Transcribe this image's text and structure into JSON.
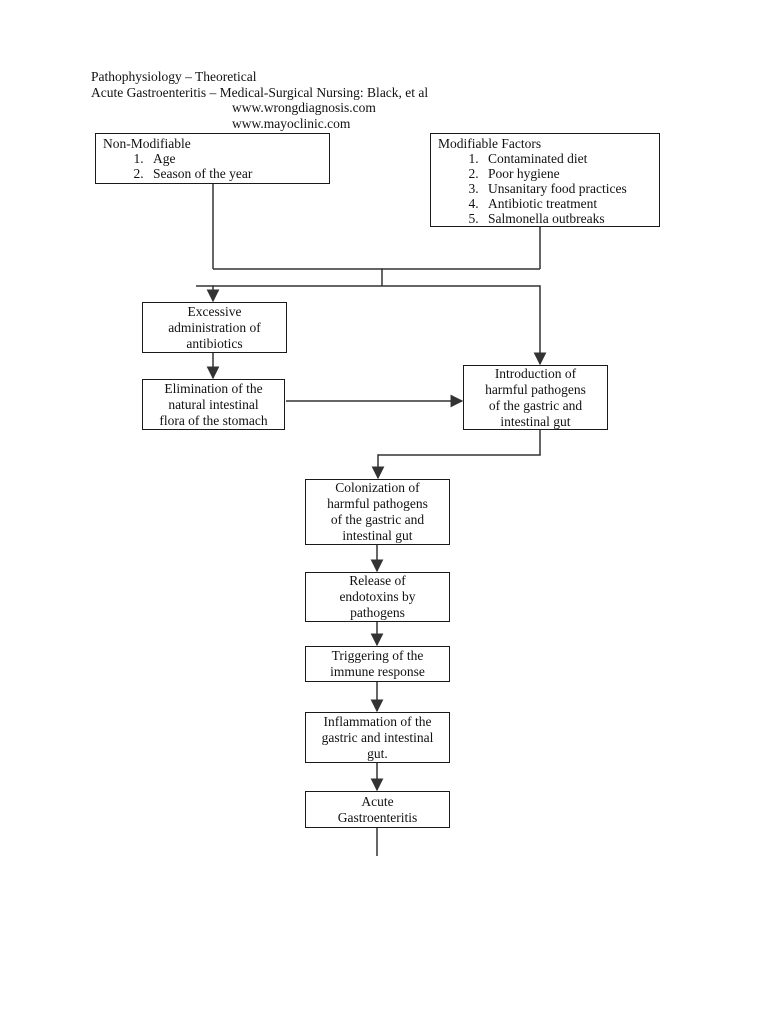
{
  "header": {
    "line1": "Pathophysiology – Theoretical",
    "line2": "Acute Gastroenteritis – Medical-Surgical Nursing: Black, et al",
    "line3": "www.wrongdiagnosis.com",
    "line4": "www.mayoclinic.com"
  },
  "factors": {
    "non_modifiable": {
      "title": "Non-Modifiable",
      "items": [
        "Age",
        "Season of the year"
      ]
    },
    "modifiable": {
      "title": "Modifiable Factors",
      "items": [
        "Contaminated diet",
        "Poor hygiene",
        "Unsanitary food practices",
        "Antibiotic treatment",
        "Salmonella outbreaks"
      ]
    }
  },
  "flow": {
    "excessive": "Excessive\nadministration of\nantibiotics",
    "elimination": "Elimination of the\nnatural intestinal\nflora of the stomach",
    "introduction": "Introduction of\nharmful pathogens\nof the gastric and\nintestinal gut",
    "colonization": "Colonization of\nharmful pathogens\nof the gastric and\nintestinal gut",
    "release": "Release of\nendotoxins by\npathogens",
    "triggering": "Triggering of the\nimmune response",
    "inflammation": "Inflammation of the\ngastric and intestinal\ngut.",
    "acute": "Acute\nGastroenteritis"
  },
  "colors": {
    "line-color": "#333333",
    "border-color": "#1a1a1a",
    "text-color": "#111111",
    "page-bg": "#ffffff"
  }
}
